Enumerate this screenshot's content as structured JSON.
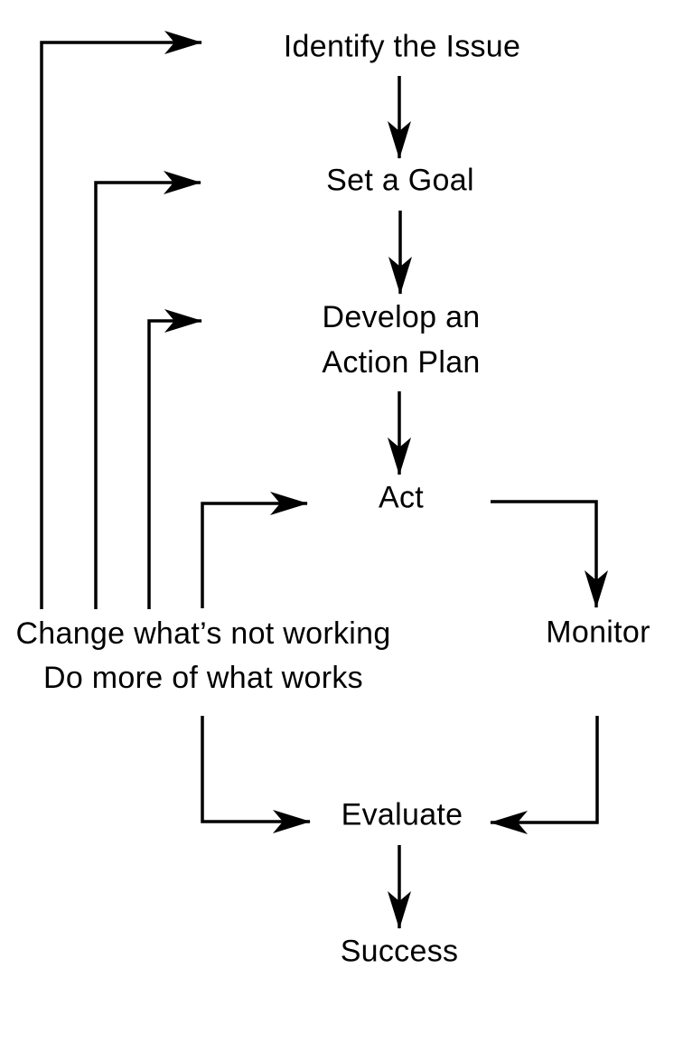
{
  "colors": {
    "background": "#ffffff",
    "ink": "#000000"
  },
  "nodes": {
    "identify": "Identify the Issue",
    "set_goal": "Set a Goal",
    "develop": {
      "line1": "Develop an",
      "line2": "Action Plan"
    },
    "act": "Act",
    "monitor": "Monitor",
    "feedback": {
      "line1": "Change what’s not working",
      "line2": "Do more of what works"
    },
    "evaluate": "Evaluate",
    "success": "Success"
  },
  "edges": [
    {
      "from": "identify",
      "to": "set_goal"
    },
    {
      "from": "set_goal",
      "to": "develop"
    },
    {
      "from": "develop",
      "to": "act"
    },
    {
      "from": "act",
      "to": "monitor"
    },
    {
      "from": "monitor",
      "to": "evaluate"
    },
    {
      "from": "feedback",
      "to": "evaluate"
    },
    {
      "from": "evaluate",
      "to": "success"
    },
    {
      "from": "feedback",
      "to": "identify"
    },
    {
      "from": "feedback",
      "to": "set_goal"
    },
    {
      "from": "feedback",
      "to": "develop"
    },
    {
      "from": "feedback",
      "to": "act"
    }
  ]
}
